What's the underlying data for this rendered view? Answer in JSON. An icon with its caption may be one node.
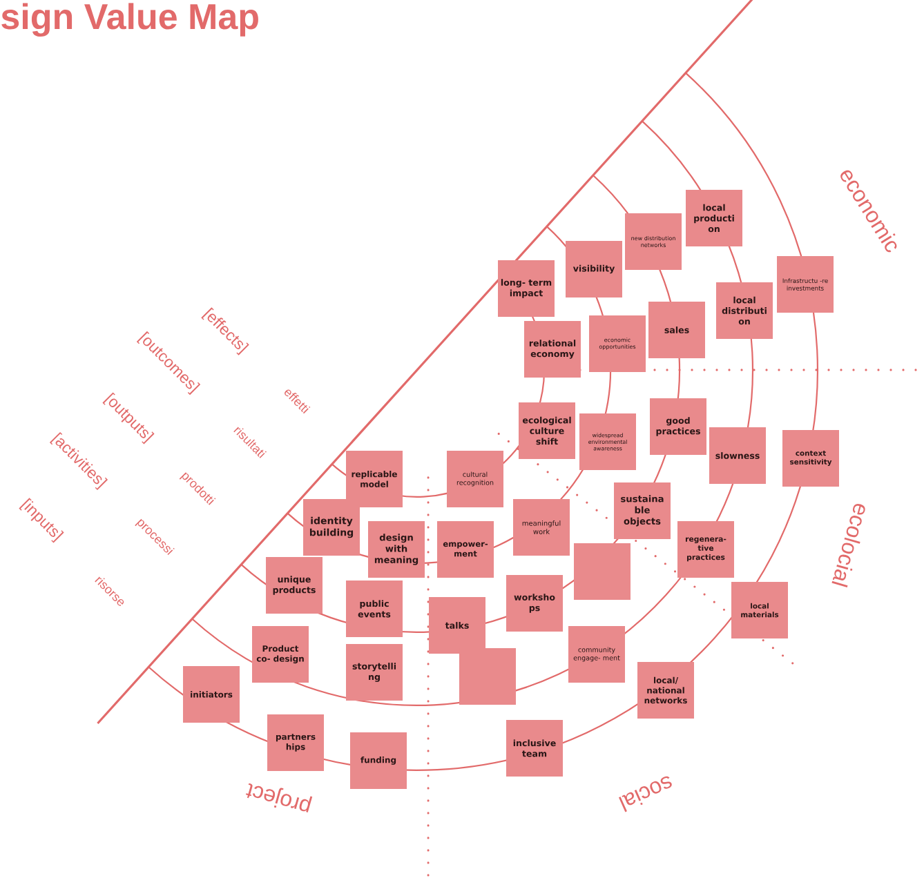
{
  "diagram": {
    "title": "sign Value Map",
    "nodes": [
      {
        "text": [
          "long- term impact"
        ]
      },
      {
        "text": [
          "visibility"
        ]
      },
      {
        "text": [
          "new distribution networks"
        ]
      },
      {
        "text": [
          "local producti on"
        ]
      },
      {
        "text": [
          "Infrastructu -re investments"
        ]
      },
      {
        "text": [
          "relational economy"
        ]
      },
      {
        "text": [
          "economic opportunities"
        ]
      },
      {
        "text": [
          "sales"
        ]
      },
      {
        "text": [
          "local distributi on"
        ]
      },
      {
        "text": [
          "ecological culture shift"
        ]
      },
      {
        "text": [
          "widespread environmental awareness"
        ]
      },
      {
        "text": [
          "good practices"
        ]
      },
      {
        "text": [
          "slowness"
        ]
      },
      {
        "text": [
          "context sensitivity"
        ]
      },
      {
        "text": [
          "replicable model"
        ]
      },
      {
        "text": [
          "cultural recognition"
        ]
      },
      {
        "text": [
          "identity building"
        ]
      },
      {
        "text": [
          "design with meaning"
        ]
      },
      {
        "text": [
          "empower- ment"
        ]
      },
      {
        "text": [
          "meaningful work"
        ]
      },
      {
        "text": [
          "sustaina ble objects"
        ]
      },
      {
        "text": [],
        "shape": "box"
      },
      {
        "text": [
          "unique products"
        ]
      },
      {
        "text": [
          "public events"
        ]
      },
      {
        "text": [
          "talks"
        ]
      },
      {
        "text": [
          "worksho ps"
        ]
      },
      {
        "text": [
          "regenera- tive practices"
        ]
      },
      {
        "text": [
          "local materials"
        ]
      },
      {
        "text": [
          "Product co- design"
        ]
      },
      {
        "text": [
          "storytelli ng"
        ]
      },
      {
        "text": [],
        "shape": "box"
      },
      {
        "text": [
          "community engage- ment"
        ]
      },
      {
        "text": [
          "local/ national networks"
        ]
      },
      {
        "text": [
          "initiators"
        ]
      },
      {
        "text": [
          "partners hips"
        ]
      },
      {
        "text": [
          "funding"
        ]
      },
      {
        "text": [
          "inclusive team"
        ]
      }
    ],
    "labels": [
      "economic",
      "ecolocial",
      "social",
      "project",
      "[effects]",
      "[outcomes]",
      "effetti",
      "[outputs]",
      "risultati",
      "[activities]",
      "prodotti",
      "[inputs]",
      "processi",
      "risorse"
    ]
  }
}
